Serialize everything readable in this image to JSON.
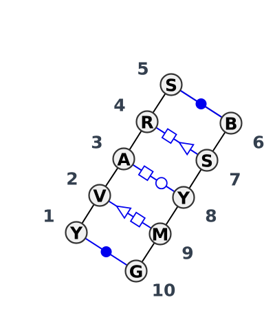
{
  "diagram": {
    "nodes": [
      {
        "id": 1,
        "letter": "Y",
        "label": "1"
      },
      {
        "id": 2,
        "letter": "V",
        "label": "2"
      },
      {
        "id": 3,
        "letter": "A",
        "label": "3"
      },
      {
        "id": 4,
        "letter": "R",
        "label": "4"
      },
      {
        "id": 5,
        "letter": "S",
        "label": "5"
      },
      {
        "id": 6,
        "letter": "B",
        "label": "6"
      },
      {
        "id": 7,
        "letter": "S",
        "label": "7"
      },
      {
        "id": 8,
        "letter": "Y",
        "label": "8"
      },
      {
        "id": 9,
        "letter": "M",
        "label": "9"
      },
      {
        "id": 10,
        "letter": "G",
        "label": "10"
      }
    ],
    "pairs": [
      {
        "from": 1,
        "to": 10,
        "symbols": [
          "filled-circle"
        ]
      },
      {
        "from": 2,
        "to": 9,
        "symbols": [
          "open-triangle",
          "open-square"
        ]
      },
      {
        "from": 3,
        "to": 8,
        "symbols": [
          "open-square",
          "open-circle"
        ]
      },
      {
        "from": 4,
        "to": 7,
        "symbols": [
          "open-square",
          "open-triangle"
        ]
      },
      {
        "from": 5,
        "to": 6,
        "symbols": [
          "filled-circle"
        ]
      }
    ],
    "colors": {
      "pair": "#0000ee",
      "node_fill": "#f0f0f0",
      "node_stroke": "#333333",
      "label": "#34404f",
      "backbone": "#000000"
    }
  }
}
